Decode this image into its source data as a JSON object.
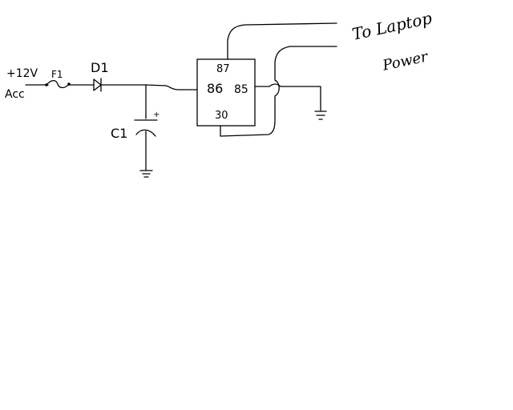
{
  "supply": {
    "voltage": "+12V",
    "source": "Acc"
  },
  "fuse": {
    "label": "F1"
  },
  "diode": {
    "label": "D1"
  },
  "capacitor": {
    "label": "C1",
    "polarity": "+"
  },
  "relay": {
    "pin_87": "87",
    "pin_86": "86",
    "pin_85": "85",
    "pin_30": "30"
  },
  "output": {
    "line1": "To Laptop",
    "line2": "Power"
  },
  "colors": {
    "ink": "#000000",
    "paper": "#ffffff"
  }
}
